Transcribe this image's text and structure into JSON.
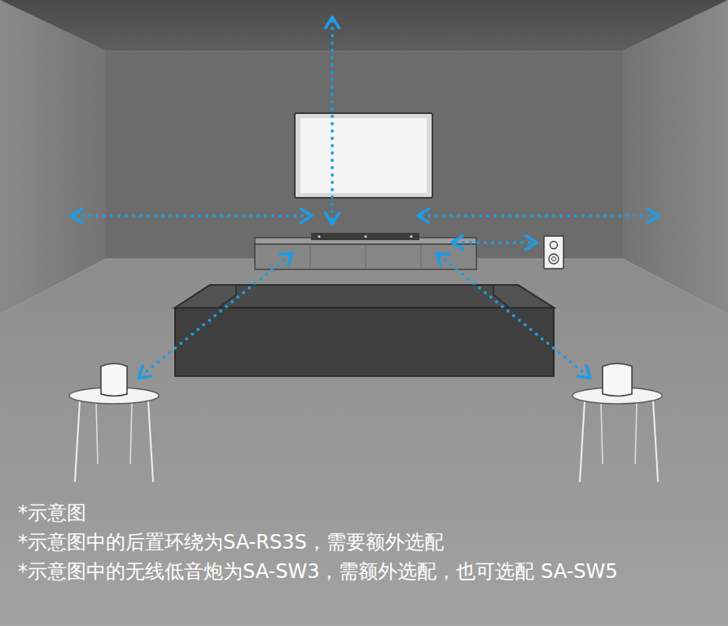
{
  "diagram": {
    "labels": [
      "*示意图",
      "*示意图中的后置环绕为SA-RS3S，需要额外选配",
      "*示意图中的无线低音炮为SA-SW3，需额外选配，也可选配 SA-SW5"
    ]
  }
}
